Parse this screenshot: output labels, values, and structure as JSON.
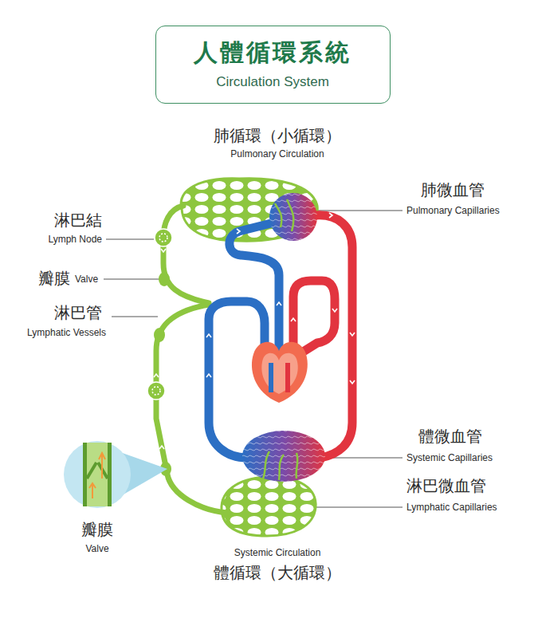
{
  "diagram": {
    "nodes": [
      {
        "text": [
          "人體循環系統",
          "Circulation System"
        ]
      }
    ],
    "labels": [
      "肺循環（小循環）",
      "Pulmonary Circulation",
      "肺微血管",
      "Pulmonary Capillaries",
      "淋巴結",
      "Lymph Node",
      "瓣膜",
      "Valve",
      "淋巴管",
      "Lymphatic Vessels",
      "體微血管",
      "Systemic Capillaries",
      "淋巴微血管",
      "Lymphatic Capillaries",
      "瓣膜",
      "Valve",
      "Systemic Circulation",
      "體循環（大循環）"
    ]
  }
}
